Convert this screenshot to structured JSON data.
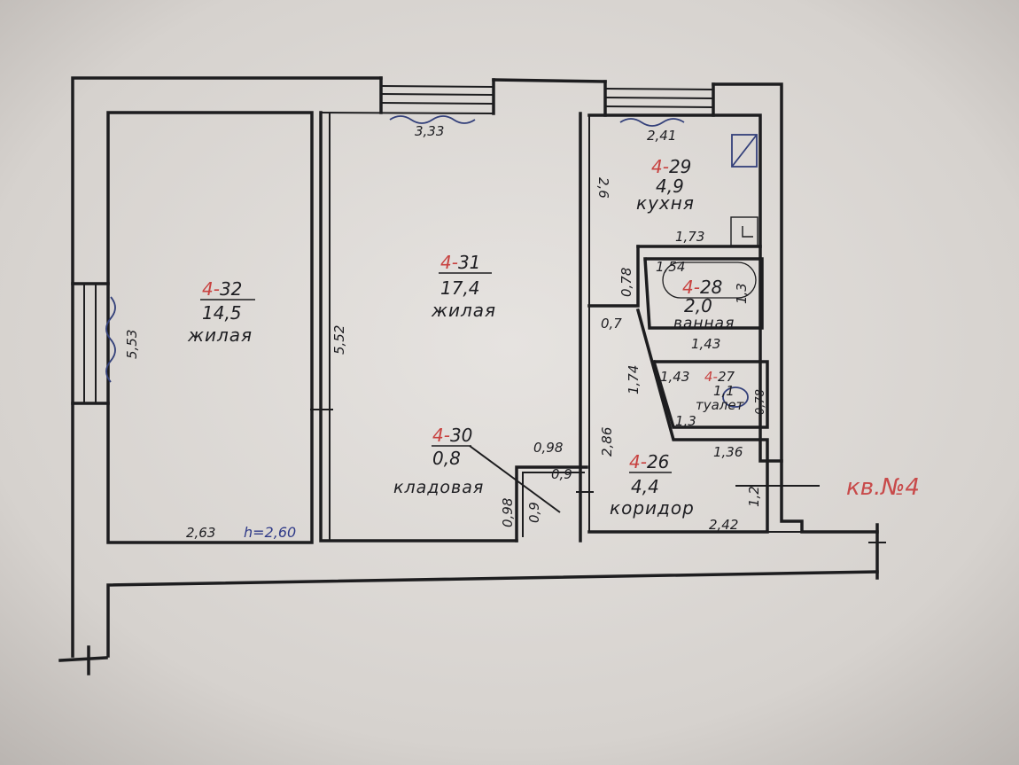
{
  "apartment_label": "кв.№4",
  "ceiling_height": "h=2,60",
  "rooms": [
    {
      "id_prefix": "4-",
      "id_num": "32",
      "area": "14,5",
      "name": "жилая"
    },
    {
      "id_prefix": "4-",
      "id_num": "31",
      "area": "17,4",
      "name": "жилая"
    },
    {
      "id_prefix": "4-",
      "id_num": "29",
      "area": "4,9",
      "name": "кухня"
    },
    {
      "id_prefix": "4-",
      "id_num": "28",
      "area": "2,0",
      "name": "ванная"
    },
    {
      "id_prefix": "4-",
      "id_num": "27",
      "area": "1,1",
      "name": "туалет"
    },
    {
      "id_prefix": "4-",
      "id_num": "26",
      "area": "4,4",
      "name": "коридор"
    },
    {
      "id_prefix": "4-",
      "id_num": "30",
      "area": "0,8",
      "name": "кладовая"
    }
  ],
  "dimensions": {
    "r32_width": "2,63",
    "r32_height": "5,53",
    "r31_width": "3,33",
    "r31_height": "5,52",
    "kitchen_width": "2,41",
    "kitchen_height": "2,6",
    "kitchen_bottom": "1,73",
    "bath_top": "1,54",
    "bath_bottom": "1,43",
    "bath_height": "1,3",
    "hall_a": "0,78",
    "hall_b": "0,7",
    "hall_c": "1,74",
    "hall_d": "2,86",
    "toilet_top": "1,43",
    "toilet_bottom": "1,3",
    "toilet_height": "0,78",
    "corr_top": "1,36",
    "corr_bottom": "2,42",
    "corr_door": "1,2",
    "storage_top_outer": "0,98",
    "storage_top": "0,9",
    "storage_side_outer": "0,98",
    "storage_side": "0,9"
  },
  "colors": {
    "wall": "#1d1d1f",
    "room_id": "#c8413f",
    "annotation_blue": "#2f3a88"
  }
}
